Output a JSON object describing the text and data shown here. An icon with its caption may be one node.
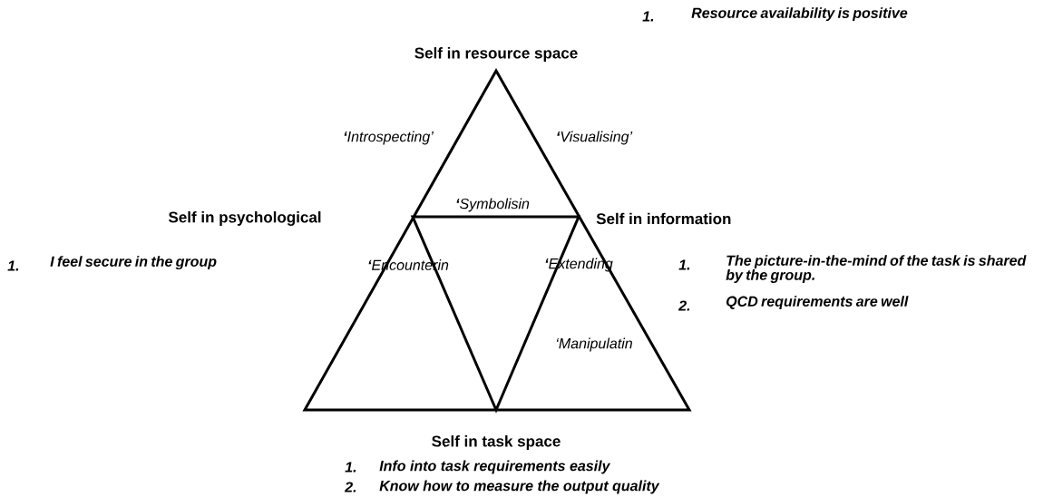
{
  "diagram": {
    "labels": [
      "1.",
      "Resource availability is positive",
      "Self in resource space",
      "**‘**Introspecting’",
      "**‘**Visualising’",
      "**‘**Symbolisin",
      "Self in psychological",
      "Self in information",
      "1.",
      "I feel secure in the group",
      "**‘**Encounterin",
      "**‘**Extending",
      "1.",
      "The picture-in-the-mind of the task is shared by the group.",
      "2.",
      "QCD requirements are well",
      "‘Manipulatin",
      "Self in task space",
      "1.",
      "Info into task requirements easily",
      "2.",
      "Know how to measure the output quality"
    ]
  }
}
